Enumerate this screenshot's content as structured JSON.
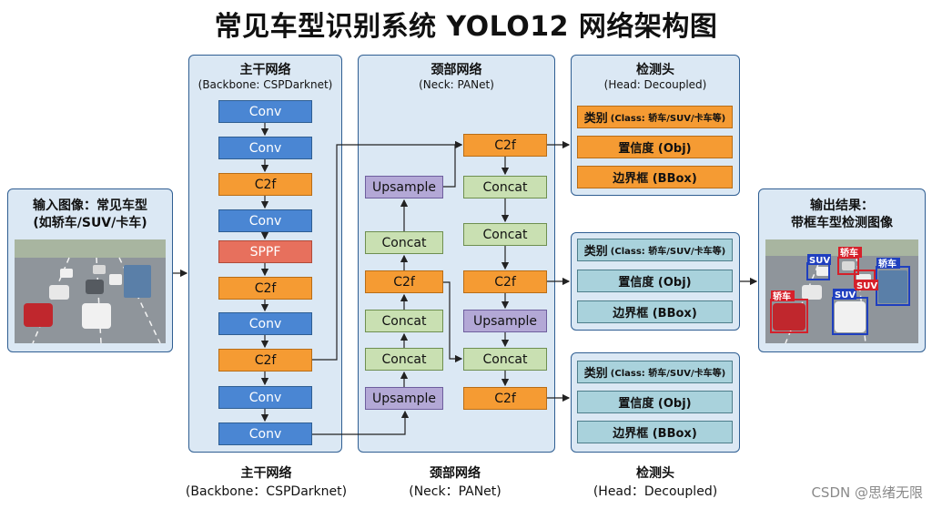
{
  "title": "常见车型识别系统 YOLO12 网络架构图",
  "input": {
    "line1": "输入图像：常见车型",
    "line2": "(如轿车/SUV/卡车)"
  },
  "output": {
    "line1": "输出结果：",
    "line2": "带框车型检测图像",
    "labels": [
      "SUV",
      "轿车",
      "轿车",
      "SUV",
      "SUV",
      "轿车"
    ]
  },
  "backbone": {
    "title": "主干网络",
    "subtitle": "(Backbone: CSPDarknet)",
    "layers": [
      "Conv",
      "Conv",
      "C2f",
      "Conv",
      "SPPF",
      "C2f",
      "Conv",
      "C2f",
      "Conv",
      "Conv"
    ]
  },
  "neck": {
    "title": "颈部网络",
    "subtitle": "(Neck: PANet)",
    "left_col": [
      "Upsample",
      "Concat",
      "C2f",
      "Concat",
      "Concat",
      "Upsample"
    ],
    "right_col": [
      "C2f",
      "Concat",
      "Concat",
      "C2f",
      "Upsample",
      "Concat",
      "C2f"
    ]
  },
  "head": {
    "title": "检测头",
    "subtitle": "(Head: Decoupled)",
    "class_label": "类别",
    "class_detail": "(Class: 轿车/SUV/卡车等)",
    "conf_label": "置信度 (Obj)",
    "bbox_label": "边界框 (BBox)"
  },
  "footer": {
    "backbone": {
      "line1": "主干网络",
      "line2": "(Backbone：CSPDarknet)"
    },
    "neck": {
      "line1": "颈部网络",
      "line2": "(Neck：PANet)"
    },
    "head": {
      "line1": "检测头",
      "line2": "(Head：Decoupled)"
    }
  },
  "watermark": "CSDN @思绪无限",
  "colors": {
    "conv": "#4a86d3",
    "c2f": "#f59b33",
    "sppf": "#e7705d",
    "concat": "#c9e0b2",
    "upsample": "#b3a8d6",
    "head_blue": "#a9d2dc",
    "panel": "#dbe8f4",
    "border": "#2f5e92"
  }
}
